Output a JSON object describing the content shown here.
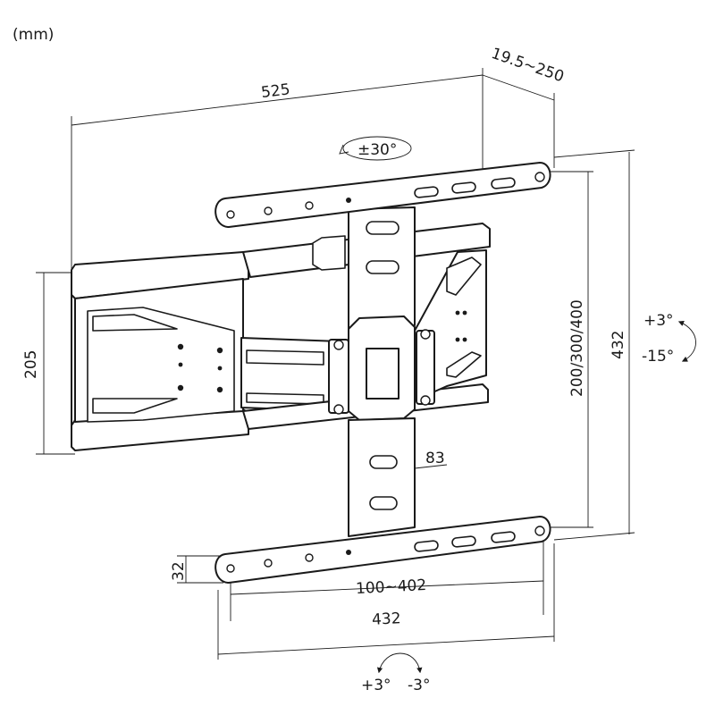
{
  "units_label": "(mm)",
  "dimensions": {
    "width_total": "525",
    "extension_range": "19.5~250",
    "arm_height": "205",
    "vesa_vertical": "200/300/400",
    "plate_height": "432",
    "column_width": "83",
    "rail_height": "32",
    "vesa_horizontal": "100~402",
    "rail_width": "432"
  },
  "adjustments": {
    "swivel": "±30°",
    "tilt_up": "+3°",
    "tilt_down": "-15°",
    "rotate_ccw": "+3°",
    "rotate_cw": "-3°"
  }
}
